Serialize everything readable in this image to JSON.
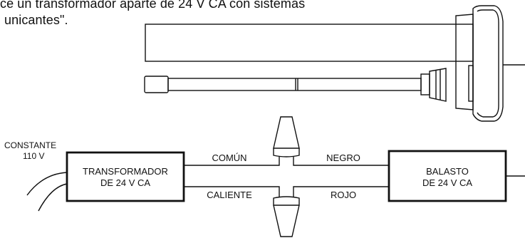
{
  "caption": {
    "line1": "ce un transformador aparte de 24 V CA con sistemas",
    "line2": "unicantes\"."
  },
  "diagram": {
    "power_source": {
      "line1": "CONSTANTE",
      "line2": "110 V"
    },
    "transformer": {
      "line1": "TRANSFORMADOR",
      "line2": "DE 24 V CA"
    },
    "ballast": {
      "line1": "BALASTO",
      "line2": "DE 24 V CA"
    },
    "wires": {
      "common": "COMÚN",
      "black": "NEGRO",
      "hot": "CALIENTE",
      "red": "ROJO"
    }
  }
}
